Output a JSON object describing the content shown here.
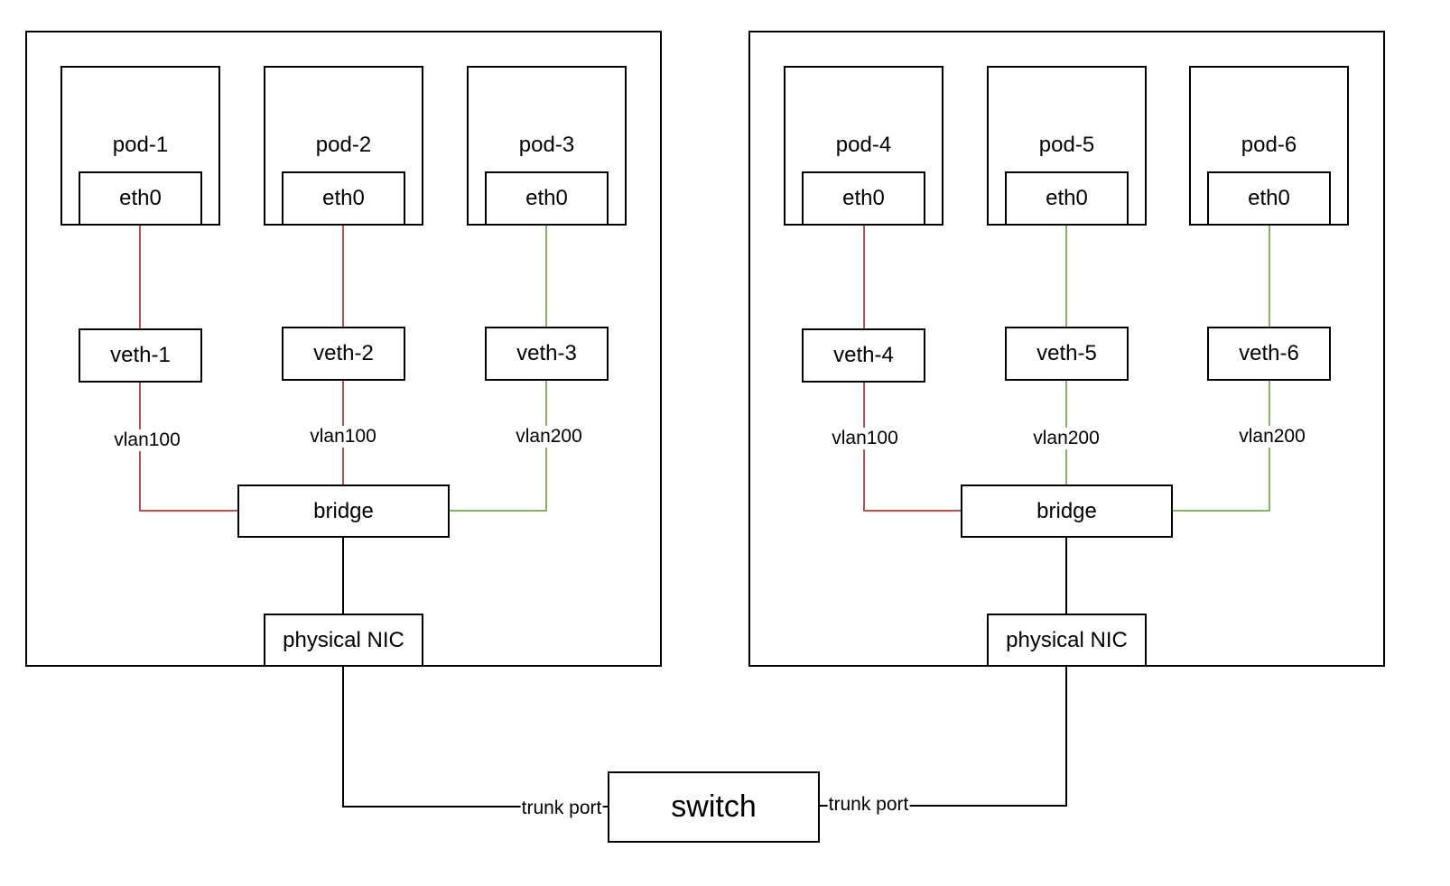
{
  "hosts": [
    {
      "pods": [
        {
          "name": "pod-1",
          "iface": "eth0",
          "veth": "veth-1",
          "vlan": "vlan100"
        },
        {
          "name": "pod-2",
          "iface": "eth0",
          "veth": "veth-2",
          "vlan": "vlan100"
        },
        {
          "name": "pod-3",
          "iface": "eth0",
          "veth": "veth-3",
          "vlan": "vlan200"
        }
      ],
      "bridge": "bridge",
      "nic": "physical NIC"
    },
    {
      "pods": [
        {
          "name": "pod-4",
          "iface": "eth0",
          "veth": "veth-4",
          "vlan": "vlan100"
        },
        {
          "name": "pod-5",
          "iface": "eth0",
          "veth": "veth-5",
          "vlan": "vlan200"
        },
        {
          "name": "pod-6",
          "iface": "eth0",
          "veth": "veth-6",
          "vlan": "vlan200"
        }
      ],
      "bridge": "bridge",
      "nic": "physical NIC"
    }
  ],
  "switch": {
    "label": "switch",
    "left_port": "trunk port",
    "right_port": "trunk port"
  },
  "colors": {
    "vlan100": "#b85450",
    "vlan200": "#82b366",
    "trunk": "#000000"
  }
}
